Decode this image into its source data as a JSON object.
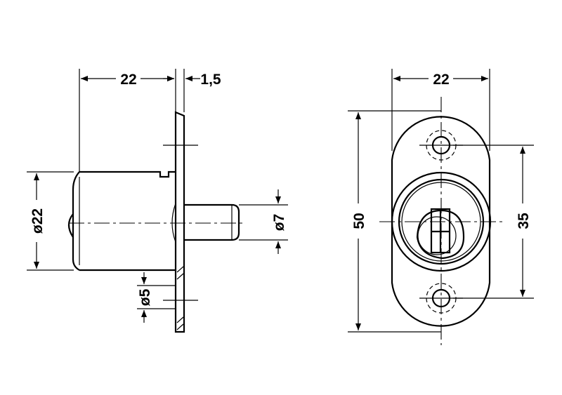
{
  "drawing": {
    "side_view": {
      "body_length": "22",
      "flange_thickness": "1,5",
      "body_diameter": "ø22",
      "pin_diameter": "ø7",
      "hole_diameter": "ø5"
    },
    "front_view": {
      "width": "22",
      "height": "50",
      "hole_spacing": "35"
    }
  }
}
